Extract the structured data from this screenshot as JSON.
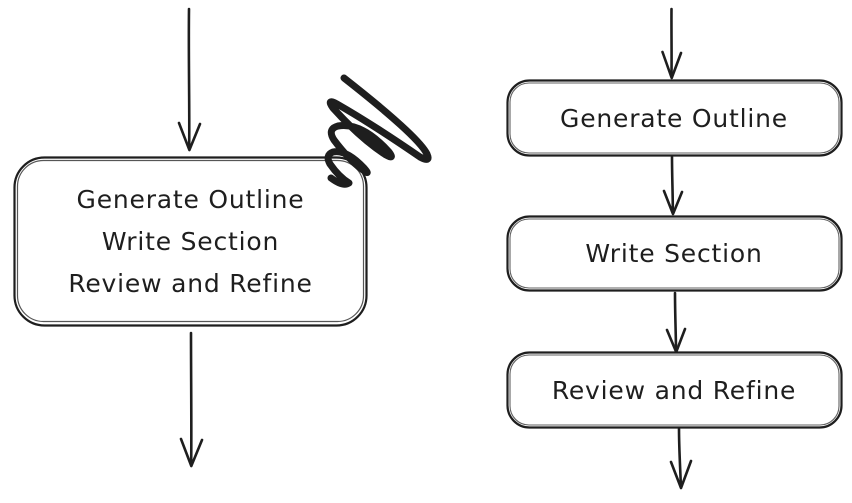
{
  "diagram": {
    "style": "hand-drawn-whiteboard",
    "colors": {
      "stroke": "#1e1e1e",
      "background": "#ffffff"
    },
    "left_flow": {
      "combined_box_lines": [
        "Generate Outline",
        "Write Section",
        "Review and Refine"
      ],
      "annotation_icon": "scratch-out-scribble"
    },
    "right_flow": {
      "box_labels": [
        "Generate Outline",
        "Write Section",
        "Review and Refine"
      ]
    }
  }
}
